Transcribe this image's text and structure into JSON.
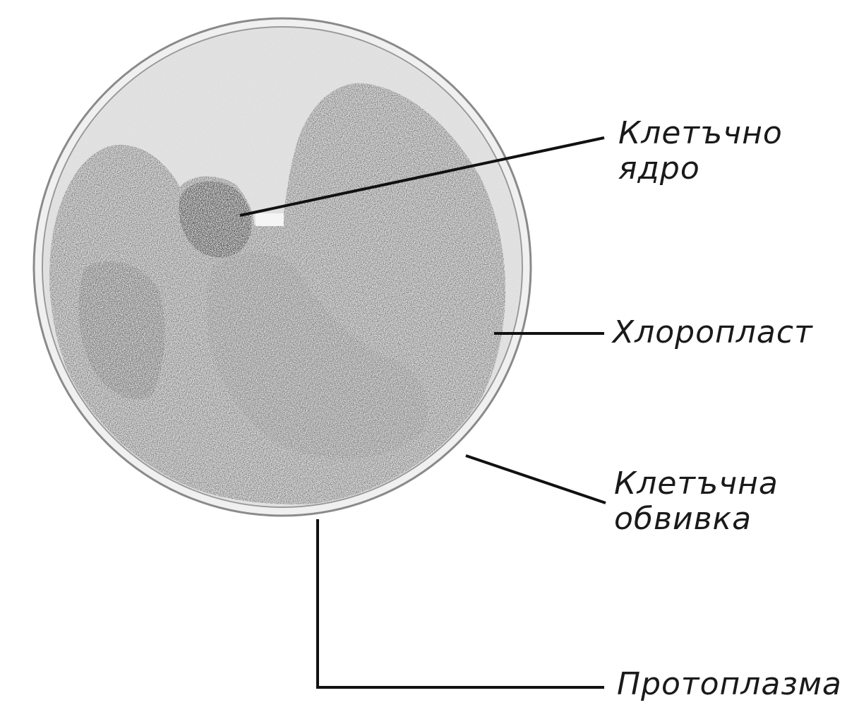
{
  "labels": {
    "nucleus": [
      "Клетъчно",
      "ядро"
    ],
    "chloroplast": "Хлоропласт",
    "cell_wall": [
      "Клетъчна",
      "обвивка"
    ],
    "protoplasm": "Протоплазма"
  },
  "colors": {
    "background": "#ffffff",
    "ink": "#1a1a1a",
    "chloroplast": "#3b3b3b",
    "cytoplasm": "#d4d4d4",
    "cell_fill": "#e6e6e6"
  }
}
